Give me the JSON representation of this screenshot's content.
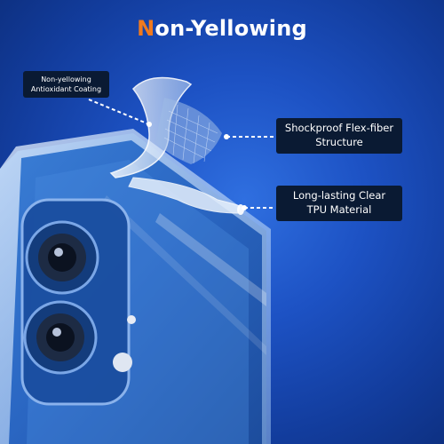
{
  "header": {
    "title_accent": "N",
    "title_rest": "on-Yellowing"
  },
  "callouts": [
    {
      "line1": "Non-yellowing",
      "line2": "Antioxidant Coating"
    },
    {
      "line1": "Shockproof Flex-fiber",
      "line2": "Structure"
    },
    {
      "line1": "Long-lasting Clear",
      "line2": "TPU Material"
    }
  ],
  "colors": {
    "background": "#1d52c4",
    "accent": "#f07a1e",
    "callout_bg": "#0a1a33",
    "phone_body": "#1f57b0"
  }
}
